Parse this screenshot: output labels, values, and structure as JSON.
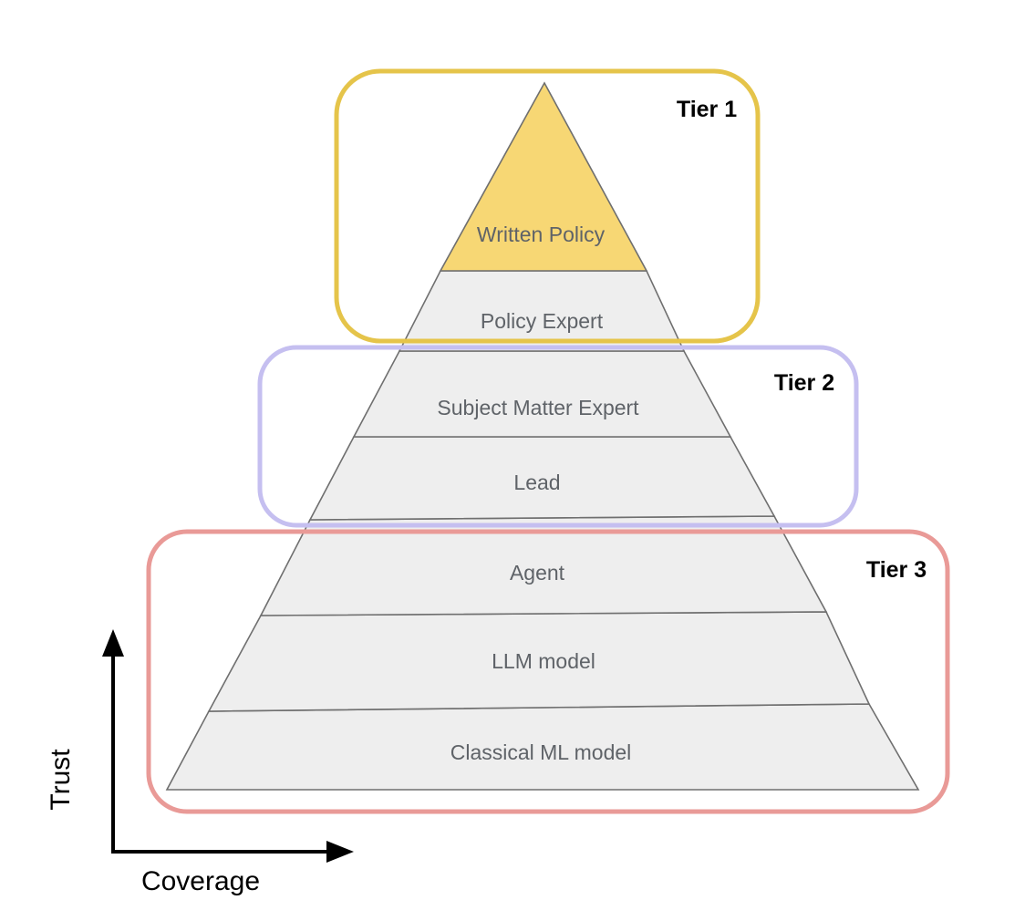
{
  "pyramid": {
    "apex": {
      "label": "Written Policy",
      "color": "#f7d774"
    },
    "layers": [
      {
        "label": "Policy Expert"
      },
      {
        "label": "Subject Matter Expert"
      },
      {
        "label": "Lead"
      },
      {
        "label": "Agent"
      },
      {
        "label": "LLM model"
      },
      {
        "label": "Classical ML model"
      }
    ]
  },
  "tiers": [
    {
      "label": "Tier 1",
      "color": "#e5c44a"
    },
    {
      "label": "Tier 2",
      "color": "#c5bff0"
    },
    {
      "label": "Tier 3",
      "color": "#e99a97"
    }
  ],
  "axes": {
    "y_label": "Trust",
    "x_label": "Coverage"
  }
}
